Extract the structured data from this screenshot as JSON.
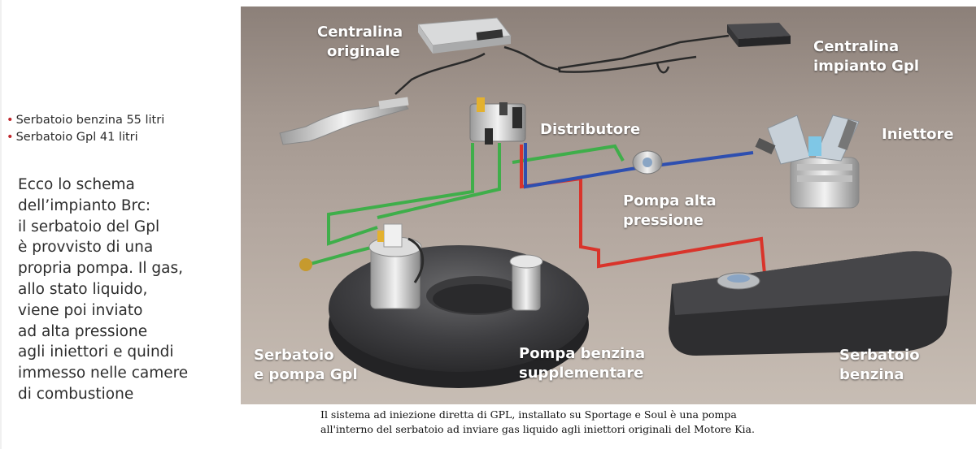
{
  "specs": [
    "Serbatoio benzina 55 litri",
    "Serbatoio Gpl 41 litri"
  ],
  "description_lines": [
    "Ecco lo schema",
    "dell’impianto Brc:",
    "il serbatoio del Gpl",
    "è provvisto di una",
    "propria pompa. Il gas,",
    "allo stato liquido,",
    "viene poi inviato",
    "ad alta pressione",
    "agli iniettori e quindi",
    "immesso nelle camere",
    "di combustione"
  ],
  "labels": {
    "centralina_originale": [
      "Centralina",
      "originale"
    ],
    "centralina_gpl": [
      "Centralina",
      "impianto Gpl"
    ],
    "distributore": "Distributore",
    "iniettore": "Iniettore",
    "pompa_alta": [
      "Pompa alta",
      "pressione"
    ],
    "serbatoio_gpl": [
      "Serbatoio",
      "e pompa Gpl"
    ],
    "pompa_benzina": [
      "Pompa benzina",
      "supplementare"
    ],
    "serbatoio_benzina": [
      "Serbatoio",
      "benzina"
    ]
  },
  "caption": [
    "Il sistema ad iniezione diretta di GPL, installato su Sportage e Soul è una pompa",
    "all'interno del serbatoio ad inviare gas liquido agli iniettori originali del Motore Kia."
  ],
  "colors": {
    "gpl_line": "#3fae4a",
    "fuel_line": "#d9342b",
    "high_pressure_line": "#2e4fb0",
    "bullet": "#c0272d"
  }
}
